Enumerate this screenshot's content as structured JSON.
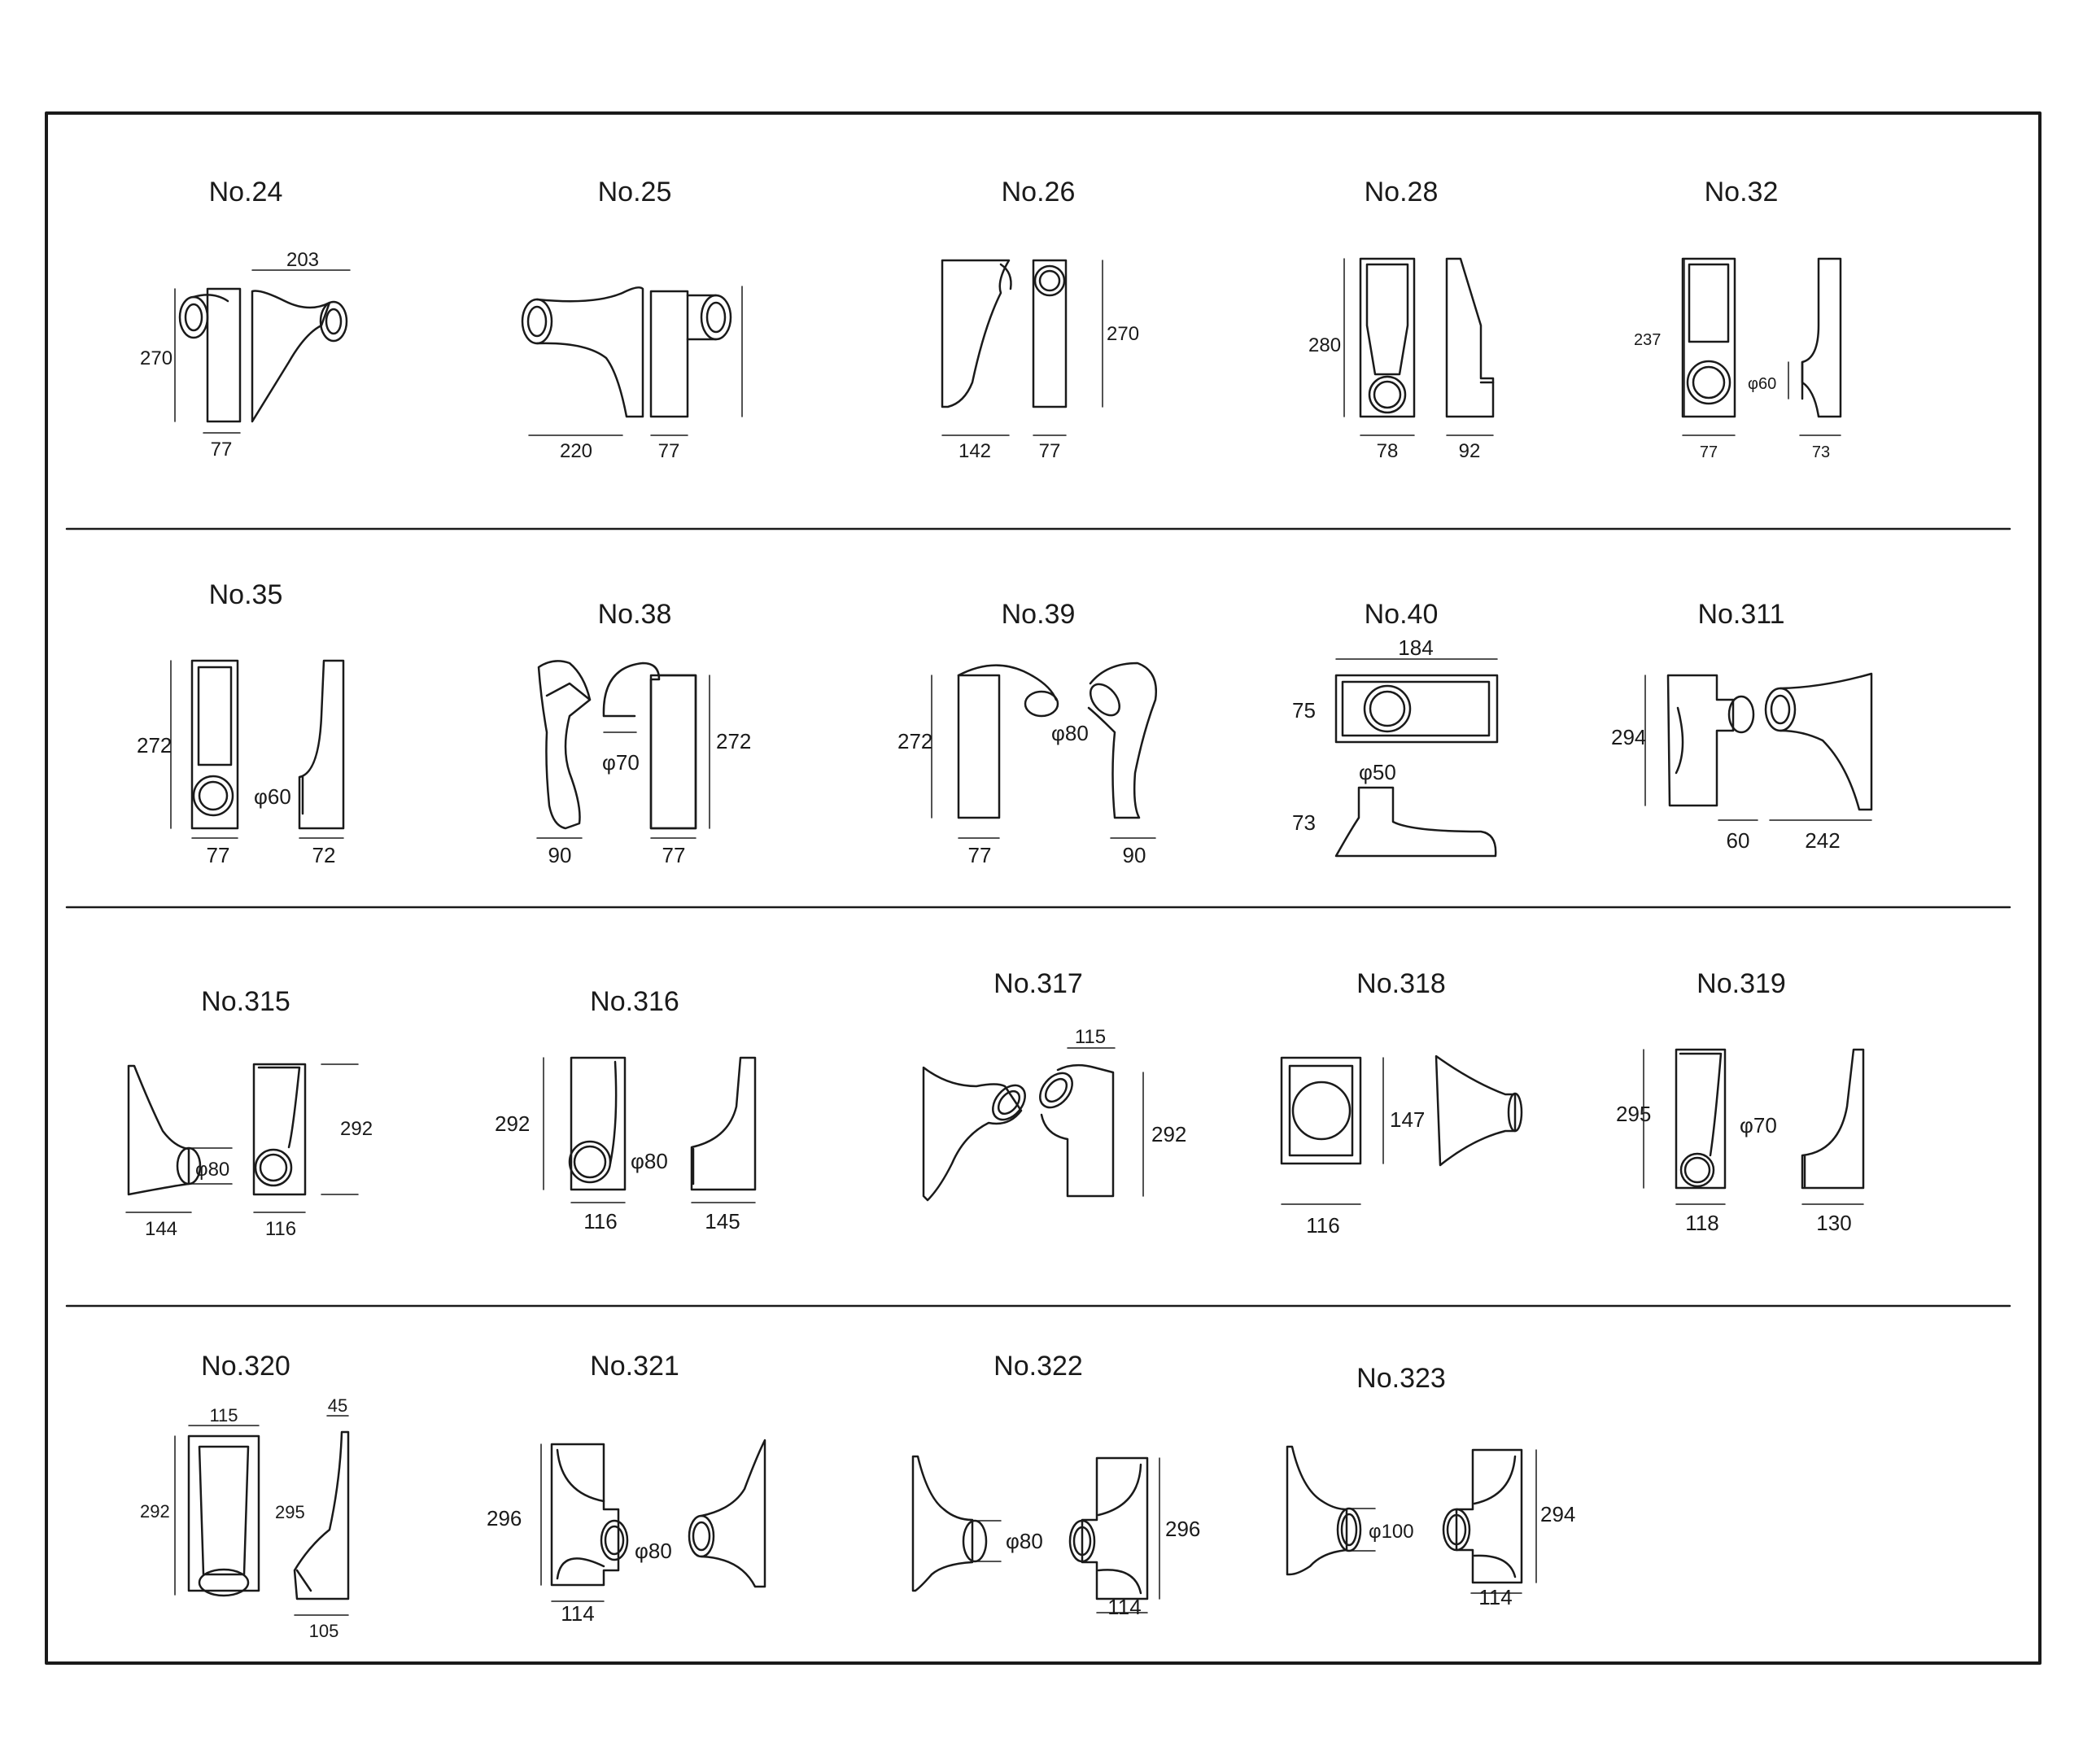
{
  "catalog": {
    "rows": [
      {
        "items": [
          {
            "id": "No.24",
            "dims": [
              "203",
              "270",
              "77"
            ]
          },
          {
            "id": "No.25",
            "dims": [
              "220",
              "77"
            ]
          },
          {
            "id": "No.26",
            "dims": [
              "270",
              "142",
              "77"
            ]
          },
          {
            "id": "No.28",
            "dims": [
              "280",
              "78",
              "92"
            ]
          },
          {
            "id": "No.32",
            "dims": [
              "237",
              "φ60",
              "77",
              "73"
            ]
          }
        ]
      },
      {
        "items": [
          {
            "id": "No.35",
            "dims": [
              "272",
              "φ60",
              "77",
              "72"
            ]
          },
          {
            "id": "No.38",
            "dims": [
              "272",
              "φ70",
              "90",
              "77"
            ]
          },
          {
            "id": "No.39",
            "dims": [
              "272",
              "φ80",
              "77",
              "90"
            ]
          },
          {
            "id": "No.40",
            "dims": [
              "184",
              "75",
              "φ50",
              "73"
            ]
          },
          {
            "id": "No.311",
            "dims": [
              "294",
              "60",
              "242"
            ]
          }
        ]
      },
      {
        "items": [
          {
            "id": "No.315",
            "dims": [
              "292",
              "φ80",
              "144",
              "116"
            ]
          },
          {
            "id": "No.316",
            "dims": [
              "292",
              "φ80",
              "116",
              "145"
            ]
          },
          {
            "id": "No.317",
            "dims": [
              "115",
              "292"
            ]
          },
          {
            "id": "No.318",
            "dims": [
              "147",
              "116"
            ]
          },
          {
            "id": "No.319",
            "dims": [
              "295",
              "φ70",
              "118",
              "130"
            ]
          }
        ]
      },
      {
        "items": [
          {
            "id": "No.320",
            "dims": [
              "115",
              "45",
              "292",
              "295",
              "105"
            ]
          },
          {
            "id": "No.321",
            "dims": [
              "296",
              "φ80",
              "114"
            ]
          },
          {
            "id": "No.322",
            "dims": [
              "φ80",
              "296",
              "114"
            ]
          },
          {
            "id": "No.323",
            "dims": [
              "φ100",
              "294",
              "114"
            ]
          }
        ]
      }
    ]
  }
}
